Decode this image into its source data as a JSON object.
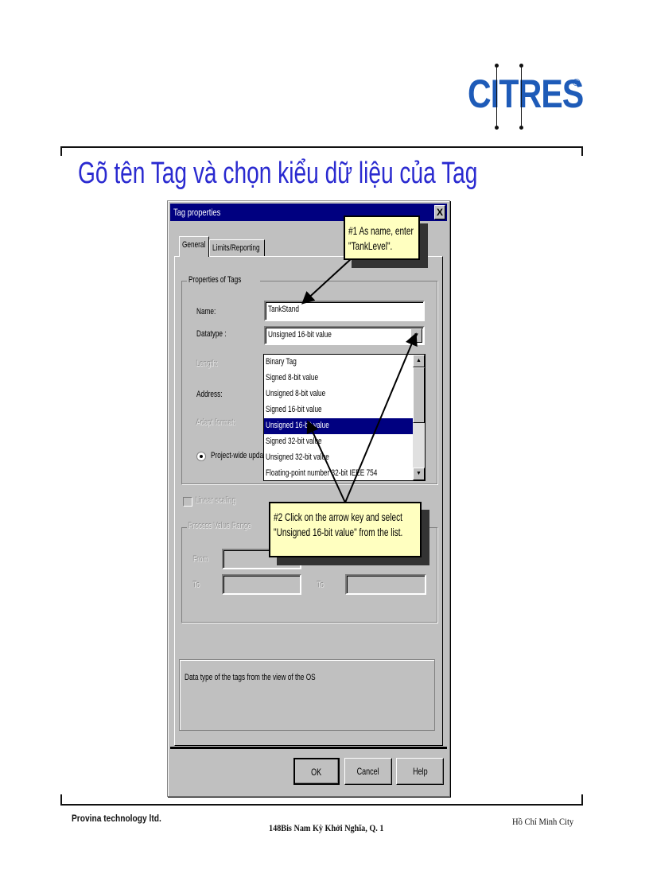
{
  "logo": {
    "text": "CITRES",
    "registered": "®",
    "color": "#1e5bb8"
  },
  "slide": {
    "title": "Gõ tên Tag và chọn kiểu dữ liệu của Tag",
    "title_color": "#2a2ad0"
  },
  "dialog": {
    "title": "Tag properties",
    "close_label": "X",
    "tabs": [
      {
        "label": "General",
        "active": true
      },
      {
        "label": "Limits/Reporting",
        "active": false
      }
    ],
    "properties_group": {
      "label": "Properties of Tags",
      "name_label": "Name:",
      "name_value": "TankStand",
      "datatype_label": "Datatype :",
      "datatype_value": "Unsigned 16-bit value",
      "length_label": "Length:",
      "address_label": "Address:",
      "adapt_format_label": "Adapt format:",
      "update_radio_label": "Project-wide updat"
    },
    "datatype_options": [
      "Binary Tag",
      "Signed 8-bit value",
      "Unsigned 8-bit value",
      "Signed 16-bit value",
      "Unsigned 16-bit value",
      "Signed 32-bit value",
      "Unsigned 32-bit value",
      "Floating-point number 32-bit IEEE 754"
    ],
    "selected_option_index": 4,
    "linear_scaling_label": "Linear scaling",
    "process_range": {
      "label": "Process Value Range",
      "from_label": "From",
      "to_label": "To",
      "to2_label": "To"
    },
    "description": "Data type of the tags from the view of the OS",
    "buttons": {
      "ok": "OK",
      "cancel": "Cancel",
      "help": "Help"
    }
  },
  "callouts": {
    "step1_line1": "#1 As name, enter",
    "step1_line2": "\"TankLevel\".",
    "step2_line1": "#2 Click on the arrow key and select",
    "step2_line2": "\"Unsigned 16-bit value\" from the list."
  },
  "footer": {
    "company": "Provina technology ltd.",
    "address": "148Bis Nam Kỳ Khởi Nghĩa, Q. 1",
    "city": "Hồ Chí Minh City"
  }
}
